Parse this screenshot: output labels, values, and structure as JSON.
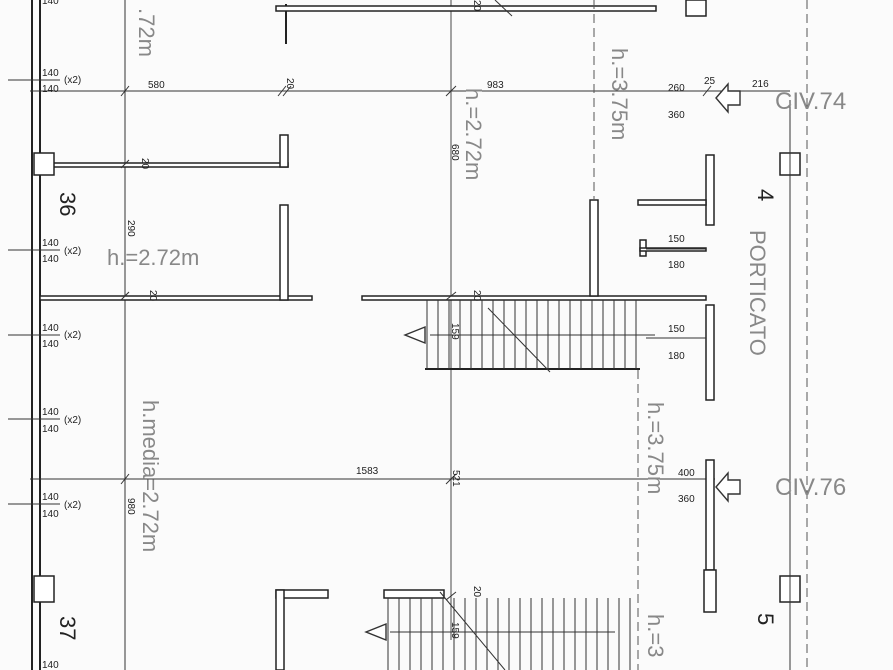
{
  "dimensions": {
    "d580": "580",
    "d983": "983",
    "d20a": "20",
    "d260": "260",
    "d25": "25",
    "d216": "216",
    "d360a": "360",
    "d680": "680",
    "d20b": "20",
    "d290": "290",
    "d20c": "20",
    "d20d": "20",
    "d159a": "159",
    "d150a": "150",
    "d180a": "180",
    "d150b": "150",
    "d180b": "180",
    "d1583": "1583",
    "d521": "521",
    "d400": "400",
    "d360b": "360",
    "d980": "980",
    "d20e": "20",
    "d159b": "159",
    "d20f": "20"
  },
  "windows": [
    {
      "top": "140",
      "bottom": "140",
      "mult": "(x2)"
    },
    {
      "top": "140",
      "bottom": "140",
      "mult": "(x2)"
    },
    {
      "top": "140",
      "bottom": "140",
      "mult": "(x2)"
    },
    {
      "top": "140",
      "bottom": "140",
      "mult": "(x2)"
    },
    {
      "top": "140",
      "bottom": "140",
      "mult": "(x2)"
    }
  ],
  "window_top_partial": "140",
  "window_bottom_partial": "140",
  "heights": {
    "h272_top": ".72m",
    "h375_top": "h.=3.75m",
    "h272_center": "h.=2.72m",
    "h272_left": "h.=2.72m",
    "h_media": "h.media=2.72m",
    "h375_mid": "h.=3.75m",
    "h375_bottom": "h.=3"
  },
  "labels": {
    "civ74": "CIV.74",
    "civ76": "CIV.76",
    "porticato": "PORTICATO",
    "n36": "36",
    "n37": "37",
    "n4": "4",
    "n5": "5"
  }
}
